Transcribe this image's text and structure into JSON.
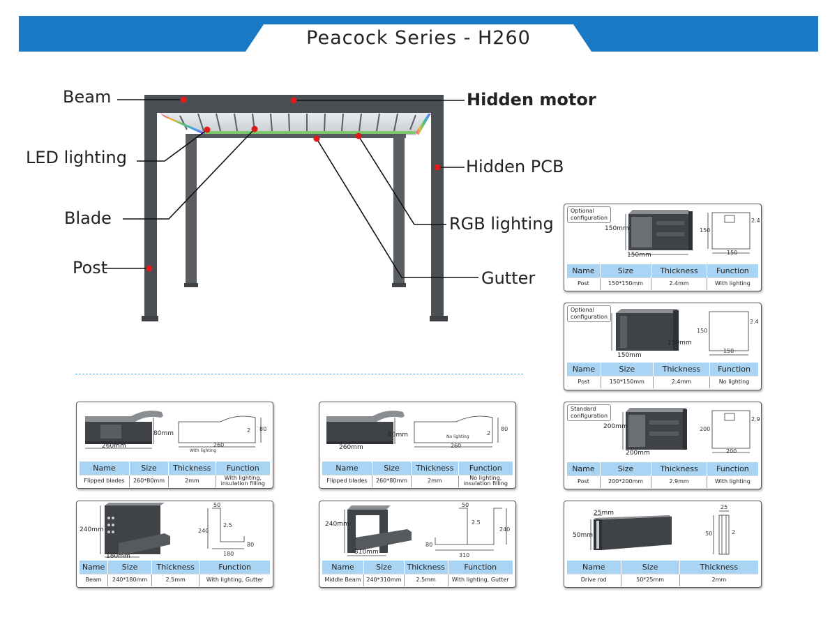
{
  "header": {
    "title": "Peacock Series - H260",
    "accent": "#1a7ac6"
  },
  "labels": {
    "beam": "Beam",
    "hidden_motor": "Hidden motor",
    "led_lighting": "LED lighting",
    "hidden_pcb": "Hidden PCB",
    "blade": "Blade",
    "rgb_lighting": "RGB lighting",
    "post": "Post",
    "gutter": "Gutter"
  },
  "columns": {
    "name": "Name",
    "size": "Size",
    "thickness": "Thickness",
    "function": "Function"
  },
  "cards": {
    "post_opt1": {
      "tag_line1": "Optional",
      "tag_line2": "configuration",
      "dim_h": "150mm",
      "dim_w": "150mm",
      "d_w": "150",
      "d_h": "150",
      "d_t": "2.4",
      "name": "Post",
      "size": "150*150mm",
      "thickness": "2.4mm",
      "function": "With lighting"
    },
    "post_opt2": {
      "tag_line1": "Optional",
      "tag_line2": "configuration",
      "dim_h": "150mm",
      "dim_w": "150mm",
      "d_w": "150",
      "d_h": "150",
      "d_t": "2.4",
      "name": "Post",
      "size": "150*150mm",
      "thickness": "2.4mm",
      "function": "No lighting"
    },
    "post_std": {
      "tag_line1": "Standard",
      "tag_line2": "configuration",
      "dim_h": "200mm",
      "dim_w": "200mm",
      "d_w": "200",
      "d_h": "200",
      "d_t": "2.9",
      "name": "Post",
      "size": "200*200mm",
      "thickness": "2.9mm",
      "function": "With lighting"
    },
    "blade1": {
      "dim_h": "80mm",
      "dim_w": "260mm",
      "d_w": "260",
      "d_h": "80",
      "d_t": "2",
      "note": "With lighting",
      "name": "Flipped blades",
      "size": "260*80mm",
      "thickness": "2mm",
      "function_l1": "With lighting,",
      "function_l2": "insulation filling"
    },
    "blade2": {
      "dim_h": "80mm",
      "dim_w": "260mm",
      "d_w": "260",
      "d_h": "80",
      "d_t": "2",
      "note": "No lighting",
      "name": "Flipped blades",
      "size": "260*80mm",
      "thickness": "2mm",
      "function_l1": "No lighting,",
      "function_l2": "insulation filling"
    },
    "beam": {
      "dim_h": "240mm",
      "dim_w": "180mm",
      "d_w": "180",
      "d_h": "240",
      "d_t": "2.5",
      "d_top": "50",
      "d_lip": "80",
      "name": "Beam",
      "size": "240*180mm",
      "thickness": "2.5mm",
      "function": "With lighting, Gutter"
    },
    "middle_beam": {
      "dim_h": "240mm",
      "dim_w": "310mm",
      "d_w": "310",
      "d_h": "240",
      "d_t": "2.5",
      "d_top": "50",
      "d_lip": "80",
      "name": "Middle Beam",
      "size": "240*310mm",
      "thickness": "2.5mm",
      "function": "With lighting, Gutter"
    },
    "drive_rod": {
      "dim_h": "50mm",
      "dim_w": "25mm",
      "d_w": "25",
      "d_h": "50",
      "d_t": "2",
      "name": "Drive rod",
      "size": "50*25mm",
      "thickness": "2mm"
    }
  }
}
